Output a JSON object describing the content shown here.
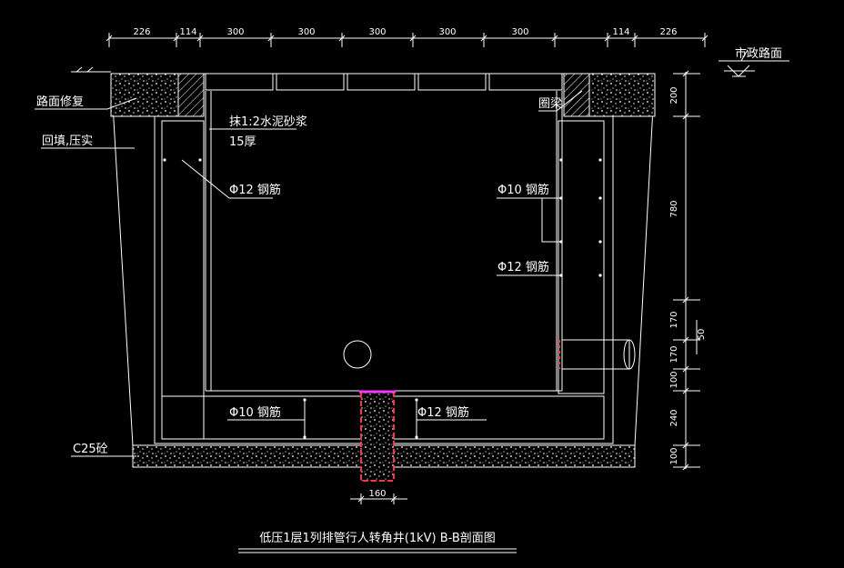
{
  "colors": {
    "background": "#000000",
    "line": "#ffffff",
    "rebar_mark": "#ff3344",
    "pipe_highlight": "#ff33ff"
  },
  "dimensions": {
    "top": [
      "226",
      "114",
      "300",
      "300",
      "300",
      "300",
      "300",
      "114",
      "226"
    ],
    "right": [
      "200",
      "780",
      "170",
      "50",
      "170",
      "100",
      "240",
      "100"
    ],
    "bottom": "160"
  },
  "labels": {
    "road_surface": "市政路面",
    "pavement_repair": "路面修复",
    "backfill": "回填,压实",
    "plaster": "抹1:2水泥砂浆",
    "plaster_thickness": "15厚",
    "ring_beam": "圈梁",
    "rebar_left_wall": "Φ12 钢筋",
    "rebar_right_upper": "Φ10 钢筋",
    "rebar_right_lower": "Φ12 钢筋",
    "rebar_bottom_left": "Φ10 钢筋",
    "rebar_bottom_right": "Φ12 钢筋",
    "concrete": "C25砼"
  },
  "title": "低压1层1列排管行人转角井(1kV) B-B剖面图"
}
